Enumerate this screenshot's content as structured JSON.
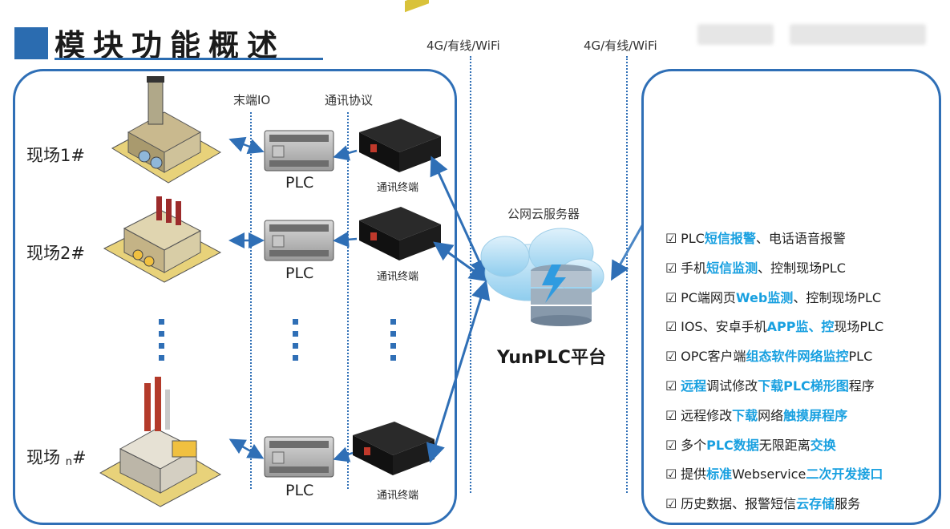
{
  "title": "模块功能概述",
  "network_labels": [
    "4G/有线/WiFi",
    "4G/有线/WiFi"
  ],
  "column_labels": {
    "io": "末端IO",
    "protocol": "通讯协议"
  },
  "sites": [
    {
      "name": "现场1#"
    },
    {
      "name": "现场2#"
    },
    {
      "name_main": "现场 ",
      "name_sub": "n",
      "name_hash": "#"
    }
  ],
  "plc_label": "PLC",
  "terminal_label": "通讯终端",
  "cloud_label": "公网云服务器",
  "platform": "YunPLC平台",
  "features": [
    {
      "parts": [
        {
          "t": "PLC"
        },
        {
          "t": "短信报警",
          "hl": true
        },
        {
          "t": "、电话语音报警"
        }
      ]
    },
    {
      "parts": [
        {
          "t": "手机"
        },
        {
          "t": "短信监测",
          "hl": true
        },
        {
          "t": "、控制现场PLC"
        }
      ]
    },
    {
      "parts": [
        {
          "t": "PC端网页"
        },
        {
          "t": "Web监测",
          "hl": true
        },
        {
          "t": "、控制现场PLC"
        }
      ]
    },
    {
      "parts": [
        {
          "t": "IOS、安卓手机"
        },
        {
          "t": "APP监、控",
          "hl": true
        },
        {
          "t": "现场PLC"
        }
      ]
    },
    {
      "parts": [
        {
          "t": "OPC客户端"
        },
        {
          "t": "组态软件网络监控",
          "hl": true
        },
        {
          "t": "PLC"
        }
      ]
    },
    {
      "parts": [
        {
          "t": "远程",
          "hl": true
        },
        {
          "t": "调试修改"
        },
        {
          "t": "下载PLC梯形图",
          "hl": true
        },
        {
          "t": "程序"
        }
      ]
    },
    {
      "parts": [
        {
          "t": "远程修改"
        },
        {
          "t": "下载",
          "hl": true
        },
        {
          "t": "网络"
        },
        {
          "t": "触摸屏程序",
          "hl": true
        }
      ]
    },
    {
      "parts": [
        {
          "t": "多个"
        },
        {
          "t": "PLC数据",
          "hl": true
        },
        {
          "t": "无限距离"
        },
        {
          "t": "交换",
          "hl": true
        }
      ]
    },
    {
      "parts": [
        {
          "t": "提供"
        },
        {
          "t": "标准",
          "hl": true
        },
        {
          "t": "Webservice"
        },
        {
          "t": "二次开发接口",
          "hl": true
        }
      ]
    },
    {
      "parts": [
        {
          "t": "历史数据、报警短信"
        },
        {
          "t": "云存储",
          "hl": true
        },
        {
          "t": "服务"
        }
      ]
    }
  ],
  "checkbox_glyph": "☑",
  "colors": {
    "accent": "#2f6fb6",
    "highlight": "#18a0e0"
  }
}
